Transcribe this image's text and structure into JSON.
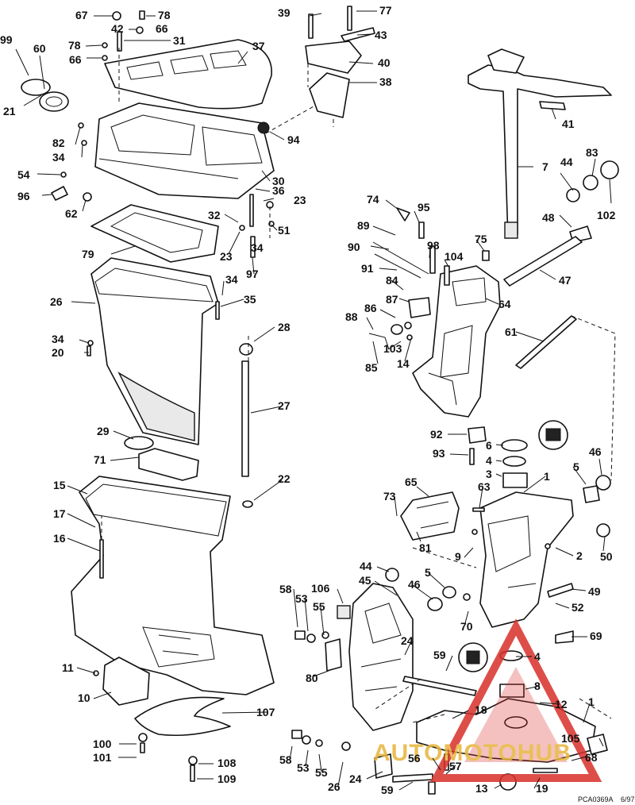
{
  "diagram": {
    "code": "PCA0369A",
    "date": "6/97",
    "watermark": "AUTOMOTOHUB",
    "colors": {
      "ink": "#111111",
      "watermark_red": "#d9302a",
      "watermark_gold": "#e7b53a"
    }
  },
  "callouts": [
    {
      "id": "c67",
      "text": "67"
    },
    {
      "id": "c78a",
      "text": "78"
    },
    {
      "id": "c77",
      "text": "77"
    },
    {
      "id": "c39",
      "text": "39"
    },
    {
      "id": "c42",
      "text": "42"
    },
    {
      "id": "c66a",
      "text": "66"
    },
    {
      "id": "c43",
      "text": "43"
    },
    {
      "id": "c99",
      "text": "99"
    },
    {
      "id": "c60",
      "text": "60"
    },
    {
      "id": "c78b",
      "text": "78"
    },
    {
      "id": "c31",
      "text": "31"
    },
    {
      "id": "c37",
      "text": "37"
    },
    {
      "id": "c66b",
      "text": "66"
    },
    {
      "id": "c40",
      "text": "40"
    },
    {
      "id": "c38",
      "text": "38"
    },
    {
      "id": "c21",
      "text": "21"
    },
    {
      "id": "c41",
      "text": "41"
    },
    {
      "id": "c94",
      "text": "94"
    },
    {
      "id": "c82",
      "text": "82"
    },
    {
      "id": "c34a",
      "text": "34"
    },
    {
      "id": "c7",
      "text": "7"
    },
    {
      "id": "c44a",
      "text": "44"
    },
    {
      "id": "c83",
      "text": "83"
    },
    {
      "id": "c54",
      "text": "54"
    },
    {
      "id": "c30",
      "text": "30"
    },
    {
      "id": "c96",
      "text": "96"
    },
    {
      "id": "c36",
      "text": "36"
    },
    {
      "id": "c23a",
      "text": "23"
    },
    {
      "id": "c74",
      "text": "74"
    },
    {
      "id": "c95",
      "text": "95"
    },
    {
      "id": "c102",
      "text": "102"
    },
    {
      "id": "c62",
      "text": "62"
    },
    {
      "id": "c32",
      "text": "32"
    },
    {
      "id": "c48",
      "text": "48"
    },
    {
      "id": "c89",
      "text": "89"
    },
    {
      "id": "c51",
      "text": "51"
    },
    {
      "id": "c79",
      "text": "79"
    },
    {
      "id": "c23b",
      "text": "23"
    },
    {
      "id": "c34b",
      "text": "34"
    },
    {
      "id": "c75",
      "text": "75"
    },
    {
      "id": "c90",
      "text": "90"
    },
    {
      "id": "c98",
      "text": "98"
    },
    {
      "id": "c104",
      "text": "104"
    },
    {
      "id": "c97",
      "text": "97"
    },
    {
      "id": "c91",
      "text": "91"
    },
    {
      "id": "c47",
      "text": "47"
    },
    {
      "id": "c34c",
      "text": "34"
    },
    {
      "id": "c84",
      "text": "84"
    },
    {
      "id": "c26",
      "text": "26"
    },
    {
      "id": "c35",
      "text": "35"
    },
    {
      "id": "c87",
      "text": "87"
    },
    {
      "id": "c64",
      "text": "64"
    },
    {
      "id": "c86",
      "text": "86"
    },
    {
      "id": "c88",
      "text": "88"
    },
    {
      "id": "c61",
      "text": "61"
    },
    {
      "id": "c28",
      "text": "28"
    },
    {
      "id": "c34d",
      "text": "34"
    },
    {
      "id": "c103",
      "text": "103"
    },
    {
      "id": "c20",
      "text": "20"
    },
    {
      "id": "c14",
      "text": "14"
    },
    {
      "id": "c85",
      "text": "85"
    },
    {
      "id": "c27",
      "text": "27"
    },
    {
      "id": "c92",
      "text": "92"
    },
    {
      "id": "c29",
      "text": "29"
    },
    {
      "id": "c6",
      "text": "6"
    },
    {
      "id": "c93",
      "text": "93"
    },
    {
      "id": "c4a",
      "text": "4"
    },
    {
      "id": "c46a",
      "text": "46"
    },
    {
      "id": "c71",
      "text": "71"
    },
    {
      "id": "c5a",
      "text": "5"
    },
    {
      "id": "c3",
      "text": "3"
    },
    {
      "id": "c22",
      "text": "22"
    },
    {
      "id": "c65",
      "text": "65"
    },
    {
      "id": "c1",
      "text": "1"
    },
    {
      "id": "c15",
      "text": "15"
    },
    {
      "id": "c63",
      "text": "63"
    },
    {
      "id": "c73",
      "text": "73"
    },
    {
      "id": "c17",
      "text": "17"
    },
    {
      "id": "c81",
      "text": "81"
    },
    {
      "id": "c2",
      "text": "2"
    },
    {
      "id": "c16",
      "text": "16"
    },
    {
      "id": "c9",
      "text": "9"
    },
    {
      "id": "c50",
      "text": "50"
    },
    {
      "id": "c44b",
      "text": "44"
    },
    {
      "id": "c45",
      "text": "45"
    },
    {
      "id": "c5b",
      "text": "5"
    },
    {
      "id": "c58a",
      "text": "58"
    },
    {
      "id": "c106",
      "text": "106"
    },
    {
      "id": "c46b",
      "text": "46"
    },
    {
      "id": "c49",
      "text": "49"
    },
    {
      "id": "c53a",
      "text": "53"
    },
    {
      "id": "c55a",
      "text": "55"
    },
    {
      "id": "c52",
      "text": "52"
    },
    {
      "id": "c70",
      "text": "70"
    },
    {
      "id": "c69",
      "text": "69"
    },
    {
      "id": "c24a",
      "text": "24"
    },
    {
      "id": "c4b",
      "text": "4"
    },
    {
      "id": "c11",
      "text": "11"
    },
    {
      "id": "c59a",
      "text": "59"
    },
    {
      "id": "c80",
      "text": "80"
    },
    {
      "id": "c8",
      "text": "8"
    },
    {
      "id": "c10",
      "text": "10"
    },
    {
      "id": "c12",
      "text": "12"
    },
    {
      "id": "c107",
      "text": "107"
    },
    {
      "id": "c18",
      "text": "18"
    },
    {
      "id": "c1b",
      "text": "1"
    },
    {
      "id": "c105",
      "text": "105"
    },
    {
      "id": "c100",
      "text": "100"
    },
    {
      "id": "c101",
      "text": "101"
    },
    {
      "id": "c58b",
      "text": "58"
    },
    {
      "id": "c53b",
      "text": "53"
    },
    {
      "id": "c55b",
      "text": "55"
    },
    {
      "id": "c26b",
      "text": "26"
    },
    {
      "id": "c56",
      "text": "56"
    },
    {
      "id": "c57",
      "text": "57"
    },
    {
      "id": "c68",
      "text": "68"
    },
    {
      "id": "c108",
      "text": "108"
    },
    {
      "id": "c109",
      "text": "109"
    },
    {
      "id": "c24b",
      "text": "24"
    },
    {
      "id": "c59b",
      "text": "59"
    },
    {
      "id": "c13",
      "text": "13"
    },
    {
      "id": "c19",
      "text": "19"
    }
  ]
}
